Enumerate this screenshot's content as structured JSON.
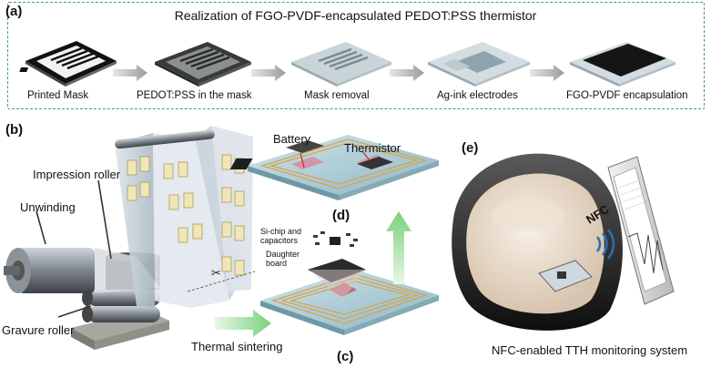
{
  "panel_a": {
    "letter": "(a)",
    "title": "Realization of FGO-PVDF-encapsulated PEDOT:PSS thermistor",
    "steps": [
      "Printed Mask",
      "PEDOT:PSS in the mask",
      "Mask removal",
      "Ag-ink electrodes",
      "FGO-PVDF encapsulation"
    ]
  },
  "panel_b": {
    "letter": "(b)",
    "labels": {
      "impression": "Impression roller",
      "unwinding": "Unwinding",
      "gravure": "Gravure roller"
    }
  },
  "panel_c": {
    "letter": "(c)",
    "label": "Thermal sintering"
  },
  "panel_d": {
    "letter": "(d)",
    "battery": "Battery",
    "thermistor": "Thermistor",
    "chip_line1": "Si-chip and",
    "chip_line2": "capacitors",
    "daughter_line1": "Daughter",
    "daughter_line2": "board"
  },
  "panel_e": {
    "letter": "(e)",
    "nfc": "NFC",
    "caption": "NFC-enabled TTH monitoring system"
  }
}
